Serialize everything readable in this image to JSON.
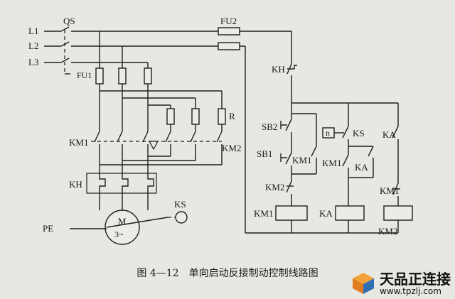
{
  "labels": {
    "l1": "L1",
    "l2": "L2",
    "l3": "L3",
    "qs": "QS",
    "fu1": "FU1",
    "fu2": "FU2",
    "r": "R",
    "km1_main": "KM1",
    "km2_main": "KM2",
    "kh_main": "KH",
    "pe": "PE",
    "motor_m": "M",
    "motor_3": "3~",
    "ks_sensor": "KS",
    "kh_ctrl": "KH",
    "sb2": "SB2",
    "sb1": "SB1",
    "km1_aux_a": "KM1",
    "km2_int": "KM2",
    "km1_coil": "KM1",
    "n_box": "n",
    "ks_ctrl": "KS",
    "km1_aux_b": "KM1",
    "ka_aux_a": "KA",
    "ka_coil": "KA",
    "ka_aux_b": "KA",
    "km1_int": "KM1",
    "km2_coil": "KM2"
  },
  "caption": "图 4—12　单向启动反接制动控制线路图",
  "watermark": {
    "name": "天品正连接",
    "url": "www.tpzlj.com"
  }
}
